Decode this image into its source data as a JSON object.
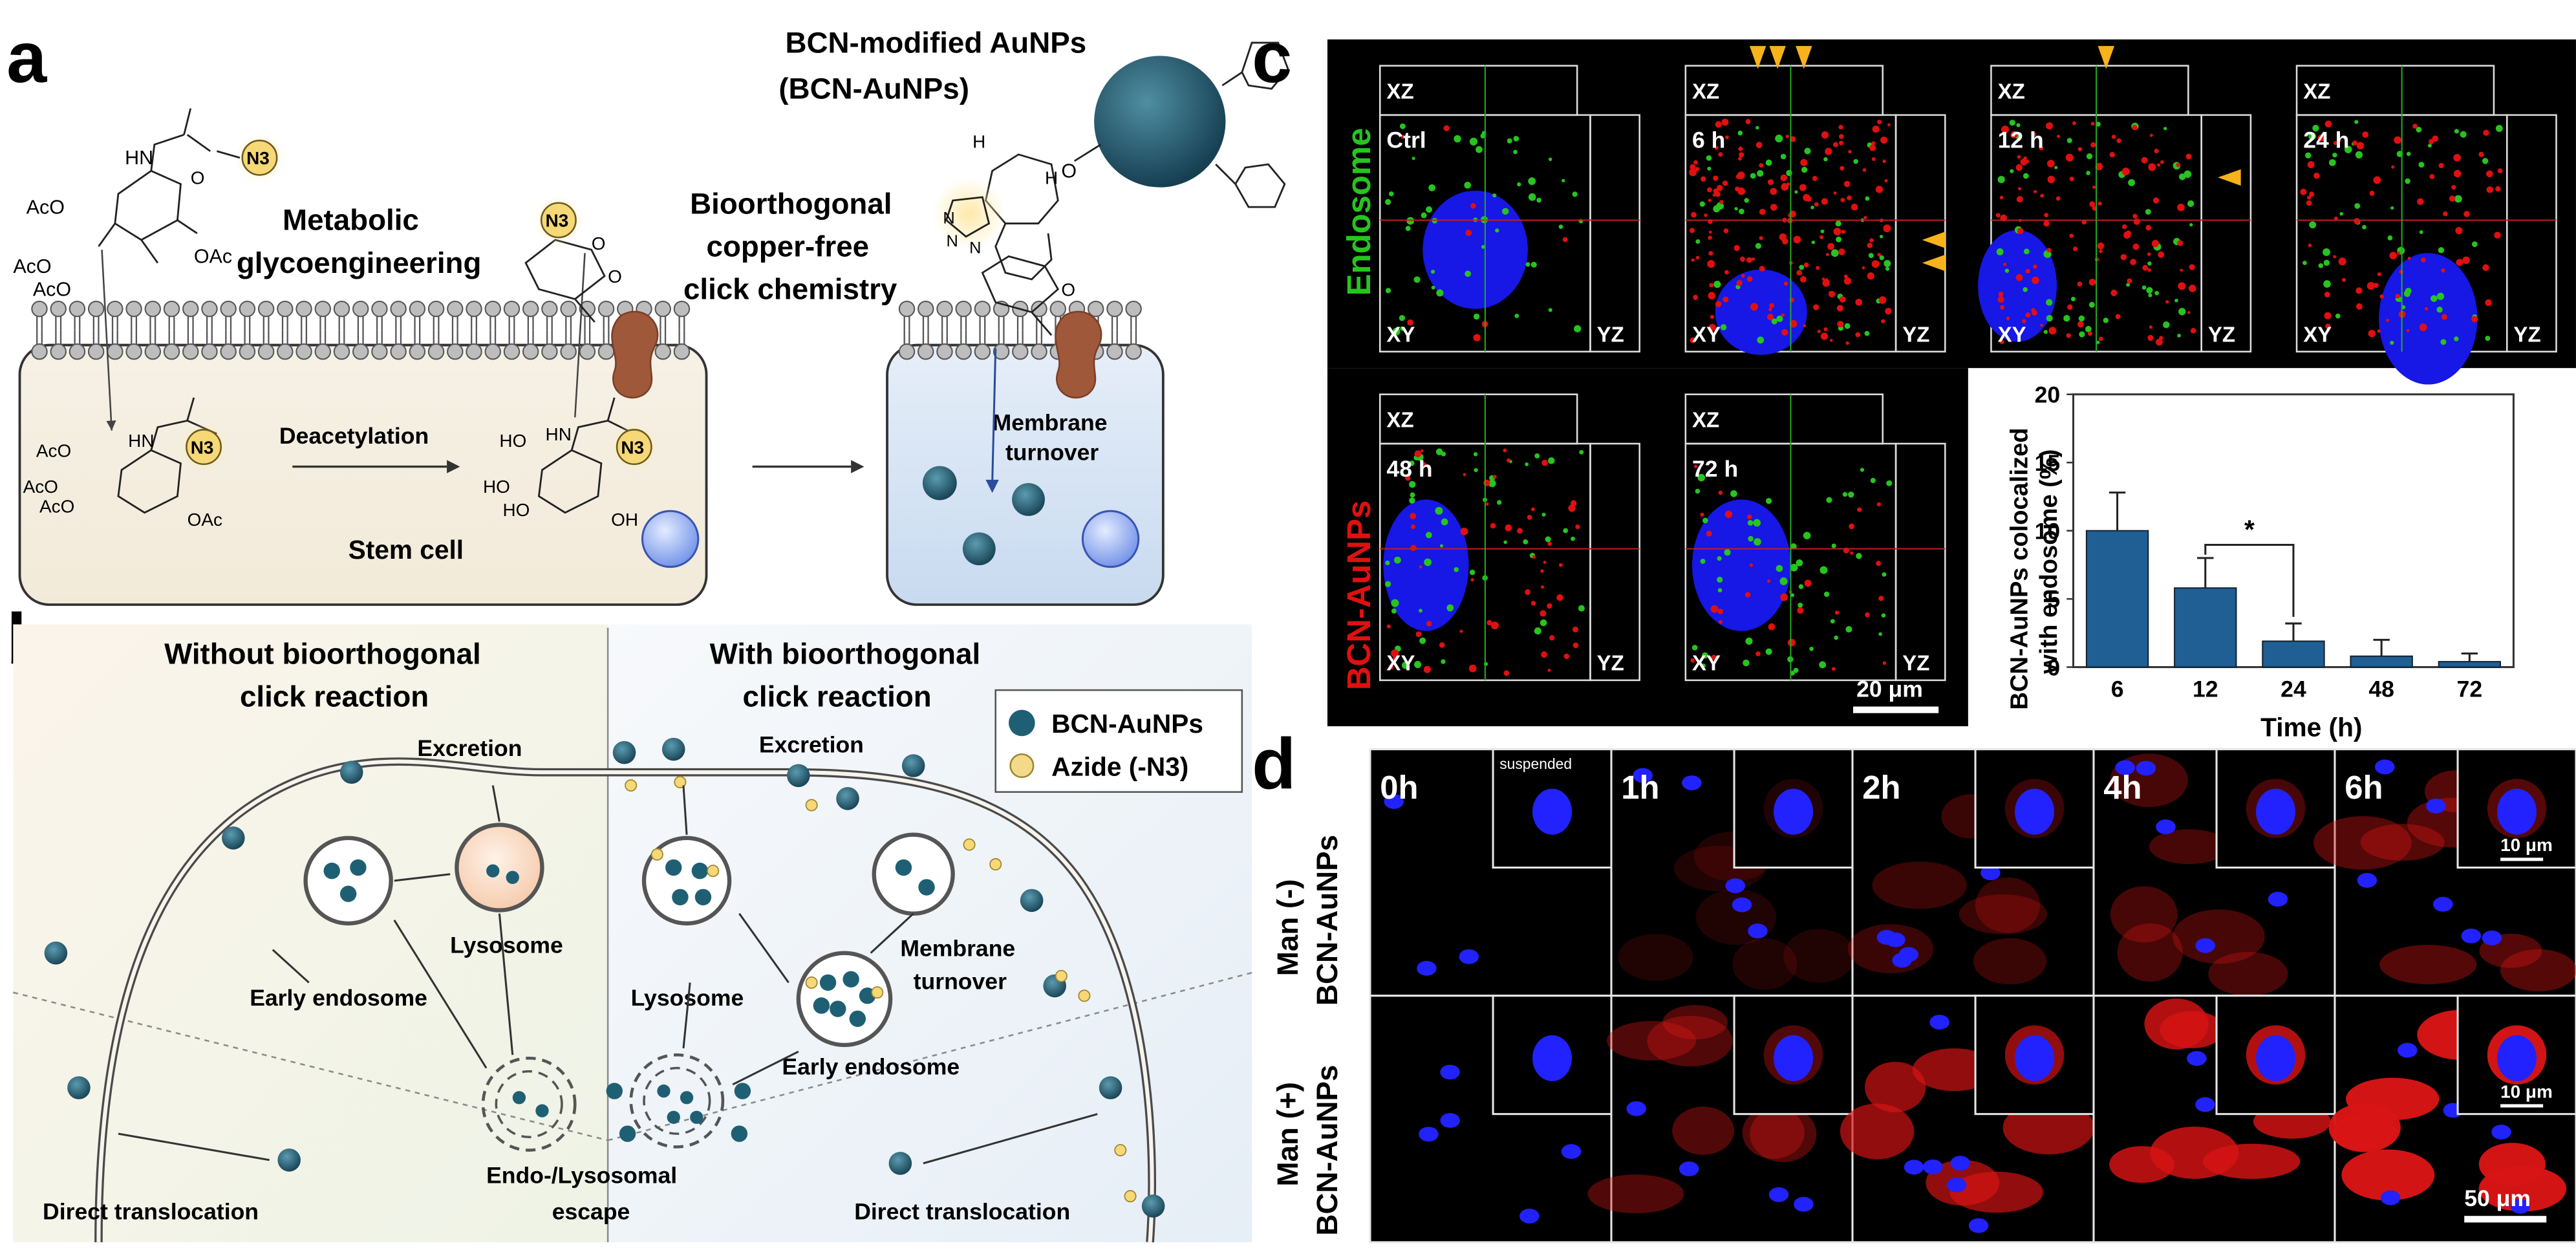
{
  "panel_labels": {
    "a": "a",
    "b": "b",
    "c": "c",
    "d": "d"
  },
  "panel_a": {
    "np_title_line1": "BCN-modified AuNPs",
    "np_title_line2": "(BCN-AuNPs)",
    "step1_line1": "Metabolic",
    "step1_line2": "glycoengineering",
    "step2_line1": "Bioorthogonal",
    "step2_line2": "copper-free",
    "step2_line3": "click chemistry",
    "deacetylation": "Deacetylation",
    "stem_cell": "Stem cell",
    "membrane_turnover_line1": "Membrane",
    "membrane_turnover_line2": "turnover",
    "azide": "N3",
    "ac_labels": [
      "AcO",
      "AcO",
      "AcO",
      "OAc",
      "AcO",
      "AcO",
      "AcO",
      "OAc"
    ],
    "hn": "HN",
    "ho_labels": [
      "HO",
      "HO",
      "HO",
      "OH"
    ],
    "o": "O",
    "h": "H",
    "n": "N"
  },
  "panel_b": {
    "left_title_line1": "Without bioorthogonal",
    "left_title_line2": "click reaction",
    "right_title_line1": "With bioorthogonal",
    "right_title_line2": "click reaction",
    "legend": [
      {
        "label": "BCN-AuNPs",
        "color": "#1f5f74"
      },
      {
        "label": "Azide (-N3)",
        "color": "#f3d98a"
      }
    ],
    "excretion": "Excretion",
    "lysosome": "Lysosome",
    "early_endosome": "Early endosome",
    "membrane_turnover_line1": "Membrane",
    "membrane_turnover_line2": "turnover",
    "escape_line1": "Endo-/Lysosomal",
    "escape_line2": "escape",
    "direct_translocation": "Direct translocation"
  },
  "panel_c": {
    "row1_label": "Endosome",
    "row2_label": "BCN-AuNPs",
    "row1_color": "#27c41f",
    "row2_color": "#e01010",
    "timepoints_row1": [
      "Ctrl",
      "6 h",
      "12 h",
      "24 h"
    ],
    "timepoints_row2": [
      "48 h",
      "72 h"
    ],
    "xz": "XZ",
    "xy": "XY",
    "yz": "YZ",
    "scale_bar": "20 μm",
    "chart_data": {
      "type": "bar",
      "categories": [
        "6",
        "12",
        "24",
        "48",
        "72"
      ],
      "values": [
        10.0,
        5.8,
        1.9,
        0.8,
        0.4
      ],
      "errors": [
        2.8,
        2.2,
        1.3,
        1.2,
        0.6
      ],
      "xlabel": "Time (h)",
      "ylabel": "BCN-AuNPs colocalized with endosome (%)",
      "ylabel_line1": "BCN-AuNPs colocalized",
      "ylabel_line2": "with endosome (%)",
      "ylim": [
        0,
        20
      ],
      "yticks": [
        "0",
        "5",
        "10",
        "15",
        "20"
      ],
      "significance": "*",
      "bar_color": "#1f5f94"
    }
  },
  "panel_d": {
    "row1_label_line1": "Man (-)",
    "row1_label_line2": "BCN-AuNPs",
    "row2_label_line1": "Man (+)",
    "row2_label_line2": "BCN-AuNPs",
    "timepoints": [
      "0h",
      "1h",
      "2h",
      "4h",
      "6h"
    ],
    "suspended": "suspended",
    "inset_scale": "10 μm",
    "scale_bar": "50 μm"
  }
}
